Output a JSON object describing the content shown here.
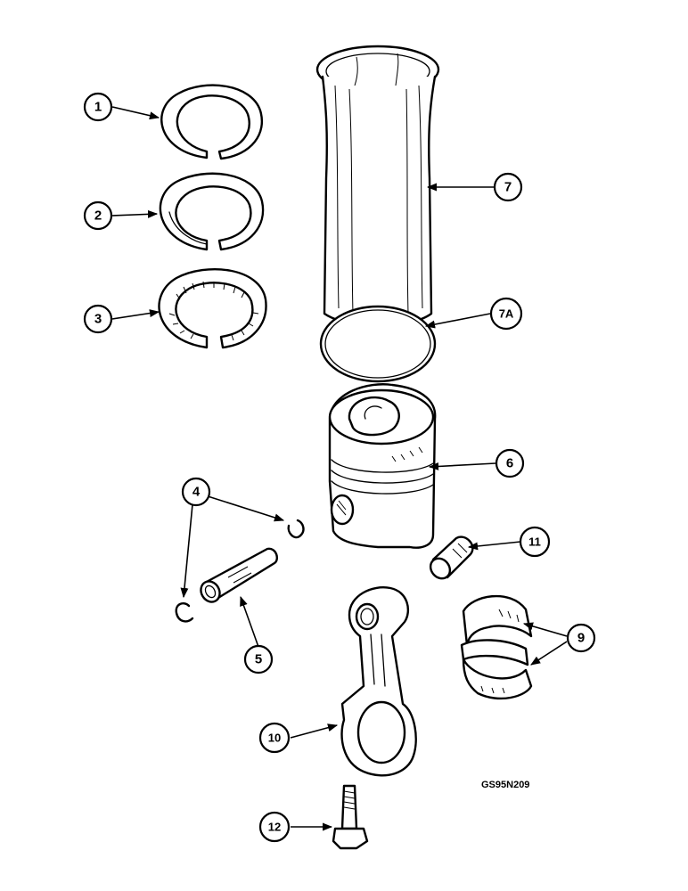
{
  "drawing_code": "GS95N209",
  "callouts": [
    {
      "id": "1"
    },
    {
      "id": "2"
    },
    {
      "id": "3"
    },
    {
      "id": "4"
    },
    {
      "id": "5"
    },
    {
      "id": "6"
    },
    {
      "id": "7"
    },
    {
      "id": "7A"
    },
    {
      "id": "9"
    },
    {
      "id": "10"
    },
    {
      "id": "11"
    },
    {
      "id": "12"
    }
  ]
}
